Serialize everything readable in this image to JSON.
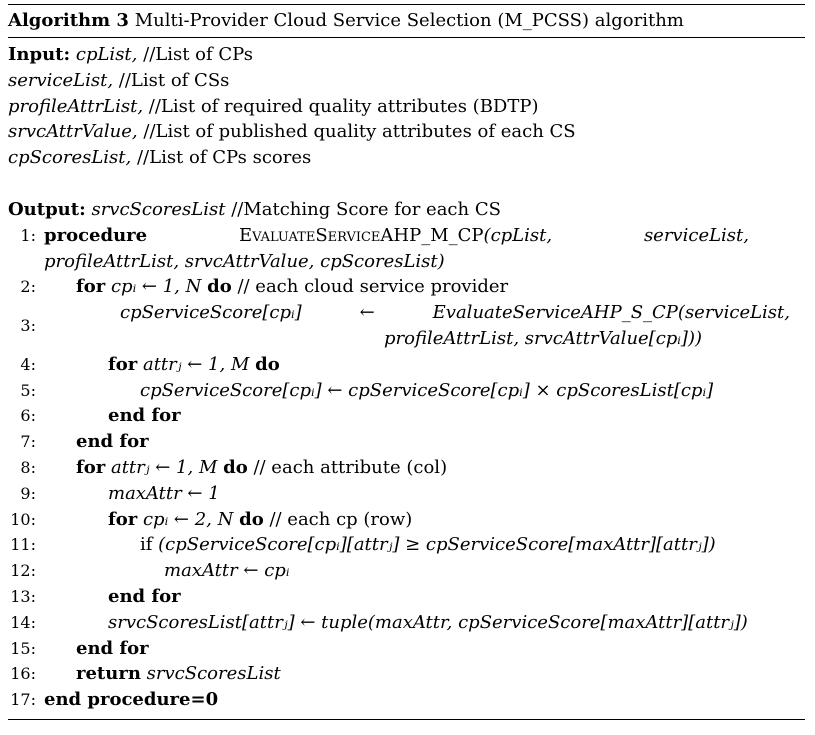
{
  "caption": {
    "label": "Algorithm 3",
    "title": "Multi-Provider Cloud Service Selection (M_PCSS) algorithm"
  },
  "inputs": {
    "label": "Input:",
    "items": [
      {
        "var": "cpList,",
        "comment": "//List of CPs"
      },
      {
        "var": "serviceList,",
        "comment": "//List of CSs"
      },
      {
        "var": "profileAttrList,",
        "comment": "//List of required quality attributes (BDTP)"
      },
      {
        "var": "srvcAttrValue,",
        "comment": "//List of published quality attributes of each CS"
      },
      {
        "var": "cpScoresList,",
        "comment": "//List of CPs scores"
      }
    ]
  },
  "output": {
    "label": "Output:",
    "var": "srvcScoresList",
    "comment": "//Matching Score for each CS"
  },
  "lines": [
    {
      "no": "1:",
      "kw": "procedure",
      "name": "EvaluateServiceAHP_M_CP",
      "args1": "(cpList,",
      "args2": "serviceList,",
      "cont": "profileAttrList, srvcAttrValue, cpScoresList)"
    },
    {
      "no": "2:",
      "kw": "for",
      "expr": "cpᵢ ← 1, N",
      "kw2": "do",
      "comment": "// each cloud service provider"
    },
    {
      "no": "3:",
      "lhs": "cpServiceScore[cpᵢ]",
      "arrow": "←",
      "rhs": "EvaluateServiceAHP_S_CP(serviceList,",
      "cont": "profileAttrList, srvcAttrValue[cpᵢ]))"
    },
    {
      "no": "4:",
      "kw": "for",
      "expr": "attrⱼ ← 1, M",
      "kw2": "do"
    },
    {
      "no": "5:",
      "text": "cpServiceScore[cpᵢ] ← cpServiceScore[cpᵢ] × cpScoresList[cpᵢ]"
    },
    {
      "no": "6:",
      "kw": "end for"
    },
    {
      "no": "7:",
      "kw": "end for"
    },
    {
      "no": "8:",
      "kw": "for",
      "expr": "attrⱼ ← 1, M",
      "kw2": "do",
      "comment": "// each attribute (col)"
    },
    {
      "no": "9:",
      "text": "maxAttr ← 1"
    },
    {
      "no": "10:",
      "kw": "for",
      "expr": "cpᵢ ← 2, N",
      "kw2": "do",
      "comment": "// each cp (row)"
    },
    {
      "no": "11:",
      "kw": "if",
      "text": "(cpServiceScore[cpᵢ][attrⱼ] ≥ cpServiceScore[maxAttr][attrⱼ])"
    },
    {
      "no": "12:",
      "text": "maxAttr ← cpᵢ"
    },
    {
      "no": "13:",
      "kw": "end for"
    },
    {
      "no": "14:",
      "text": "srvcScoresList[attrⱼ] ← tuple(maxAttr, cpServiceScore[maxAttr][attrⱼ])"
    },
    {
      "no": "15:",
      "kw": "end for"
    },
    {
      "no": "16:",
      "kw": "return",
      "text": "srvcScoresList"
    },
    {
      "no": "17:",
      "kw": "end procedure=0"
    }
  ]
}
